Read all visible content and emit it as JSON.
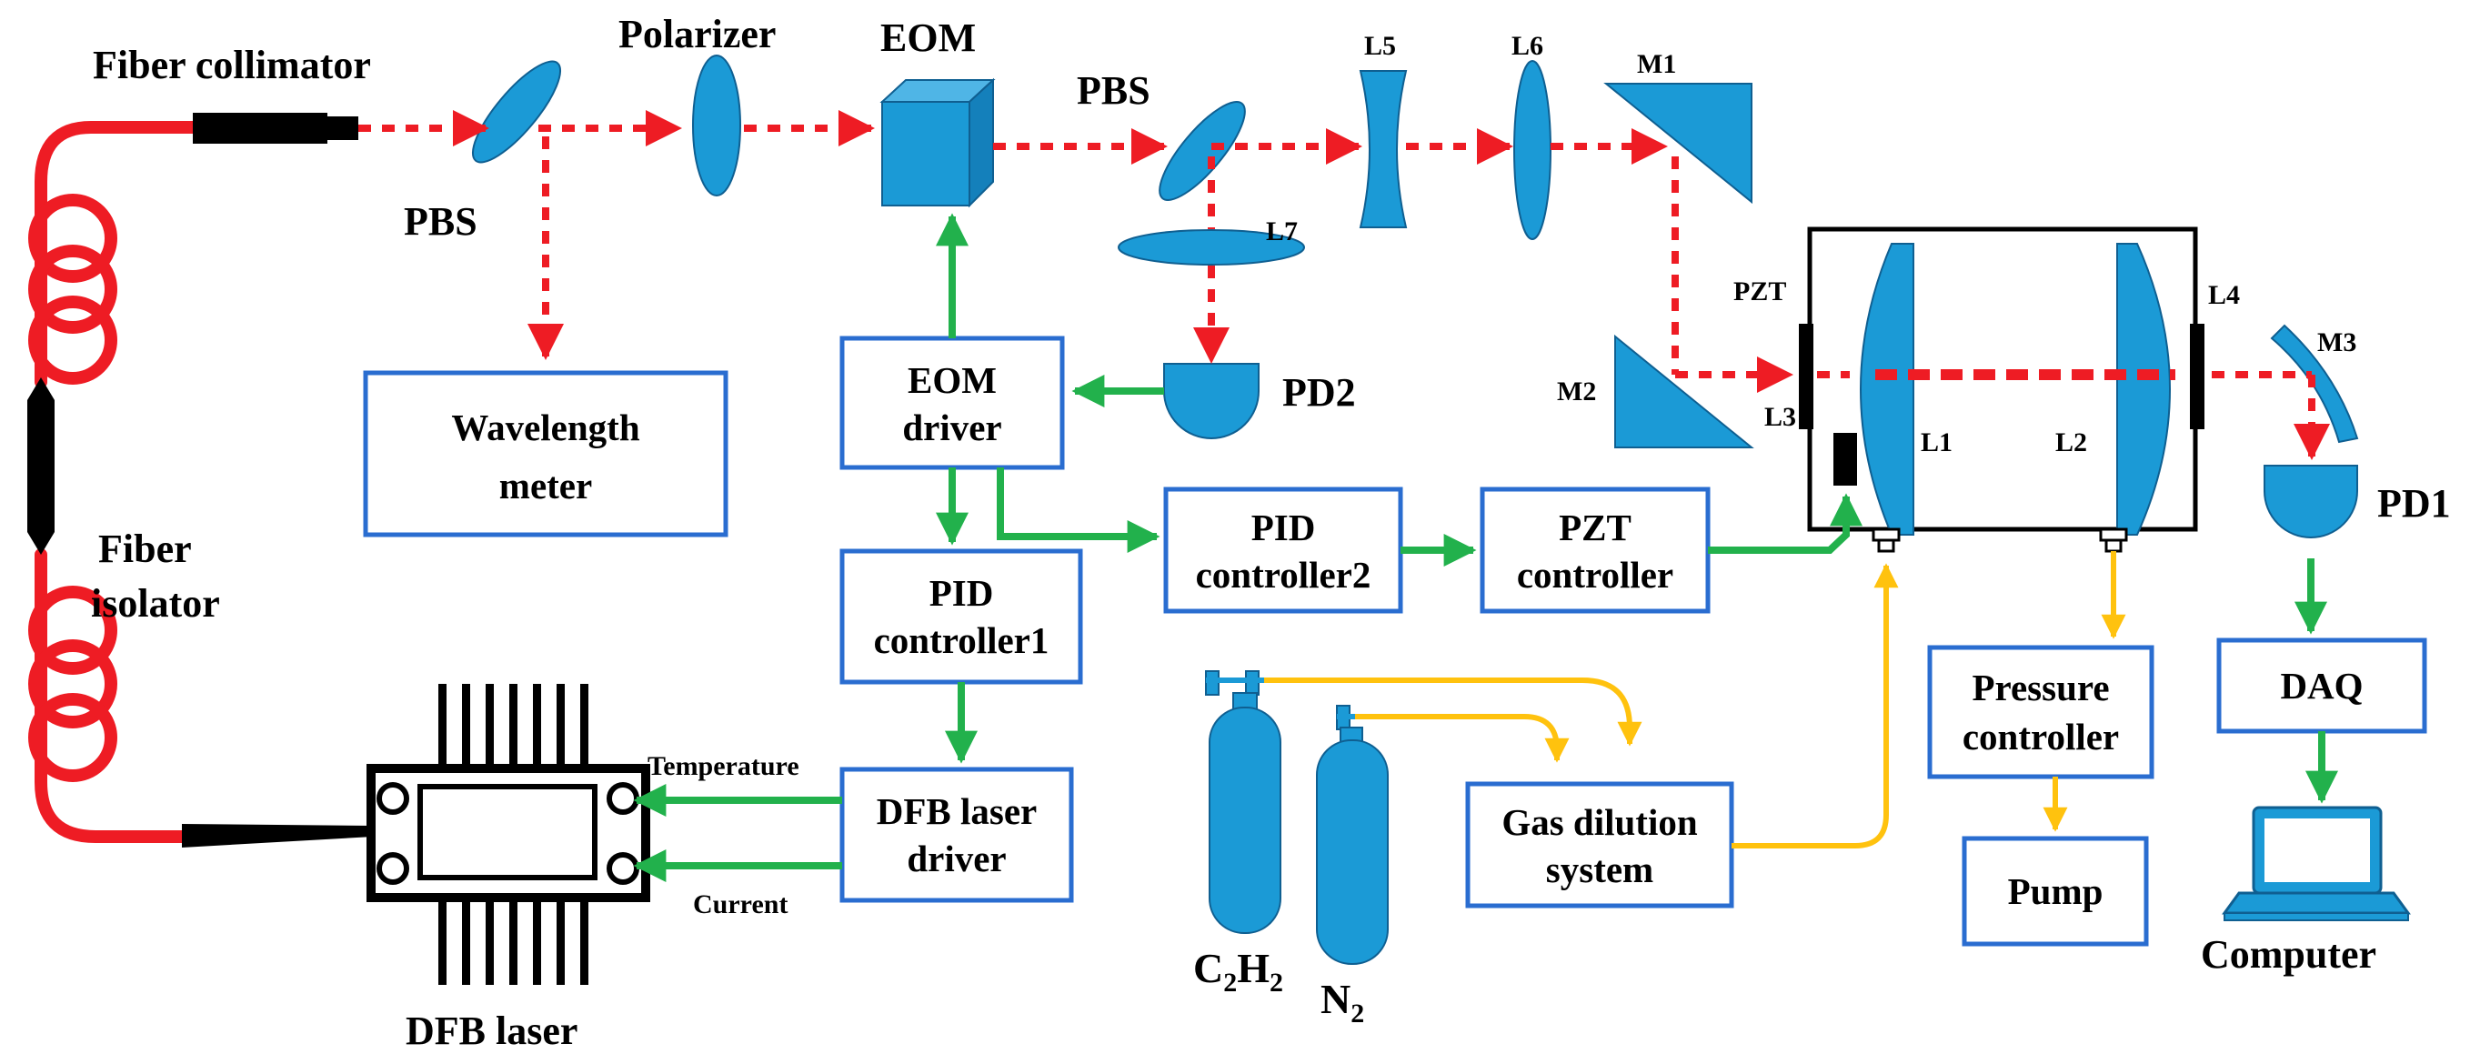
{
  "colors": {
    "laser_beam": "#ee1c24",
    "fiber": "#ee1c24",
    "electrical_signal": "#22b14c",
    "gas_line": "#ffc20e",
    "component_fill": "#1b9ad6",
    "box_stroke": "#2a6dd0",
    "black": "#000000"
  },
  "labels": {
    "fiber_collimator": "Fiber collimator",
    "polarizer": "Polarizer",
    "eom": "EOM",
    "pbs_upper": "PBS",
    "pbs_lower": "PBS",
    "l5": "L5",
    "l6": "L6",
    "m1": "M1",
    "l7": "L7",
    "pd2": "PD2",
    "pzt": "PZT",
    "m2": "M2",
    "l3": "L3",
    "l1": "L1",
    "l2": "L2",
    "l4": "L4",
    "m3": "M3",
    "pd1": "PD1",
    "fiber_isolator_line1": "Fiber",
    "fiber_isolator_line2": "isolator",
    "temperature": "Temperature",
    "current": "Current",
    "dfb_laser": "DFB laser",
    "c2h2_base": "C",
    "c2h2_sub1": "2",
    "c2h2_mid": "H",
    "c2h2_sub2": "2",
    "n2_base": "N",
    "n2_sub": "2",
    "computer": "Computer"
  },
  "boxes": {
    "wavelength_meter": [
      "Wavelength",
      "meter"
    ],
    "eom_driver": [
      "EOM",
      "driver"
    ],
    "pid_controller1": [
      "PID",
      "controller1"
    ],
    "dfb_laser_driver": [
      "DFB laser",
      "driver"
    ],
    "pid_controller2": [
      "PID",
      "controller2"
    ],
    "pzt_controller": [
      "PZT",
      "controller"
    ],
    "gas_dilution": [
      "Gas dilution",
      "system"
    ],
    "pressure_controller": [
      "Pressure",
      "controller"
    ],
    "pump": [
      "Pump"
    ],
    "daq": [
      "DAQ"
    ]
  }
}
